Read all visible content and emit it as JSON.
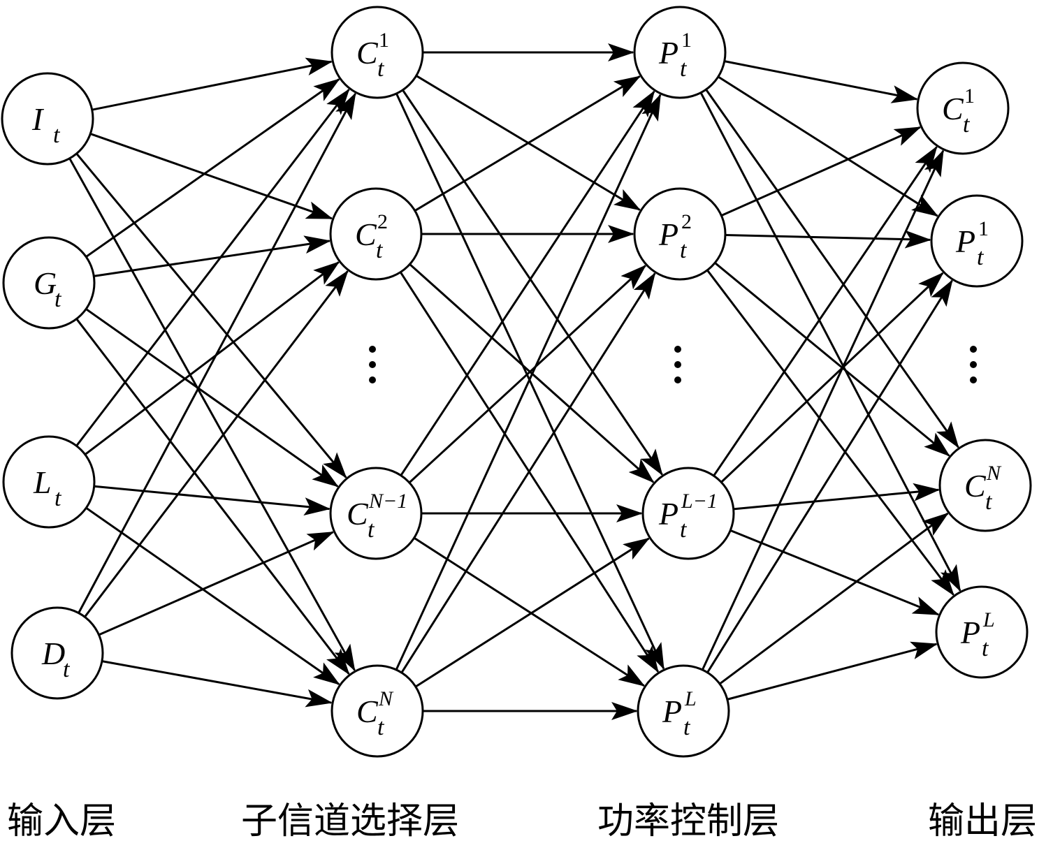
{
  "layers": [
    {
      "id": "input",
      "label": "输入层"
    },
    {
      "id": "subchannel",
      "label": "子信道选择层"
    },
    {
      "id": "power",
      "label": "功率控制层"
    },
    {
      "id": "output",
      "label": "输出层"
    }
  ],
  "nodes": {
    "input": [
      {
        "id": "I",
        "base": "I",
        "sub": "t",
        "sup": ""
      },
      {
        "id": "G",
        "base": "G",
        "sub": "t",
        "sup": ""
      },
      {
        "id": "L",
        "base": "L",
        "sub": "t",
        "sup": ""
      },
      {
        "id": "D",
        "base": "D",
        "sub": "t",
        "sup": ""
      }
    ],
    "subchannel": [
      {
        "id": "C1",
        "base": "C",
        "sub": "t",
        "sup": "1"
      },
      {
        "id": "C2",
        "base": "C",
        "sub": "t",
        "sup": "2"
      },
      {
        "id": "CN1",
        "base": "C",
        "sub": "t",
        "sup": "N−1"
      },
      {
        "id": "CN",
        "base": "C",
        "sub": "t",
        "sup": "N"
      }
    ],
    "power": [
      {
        "id": "P1",
        "base": "P",
        "sub": "t",
        "sup": "1"
      },
      {
        "id": "P2",
        "base": "P",
        "sub": "t",
        "sup": "2"
      },
      {
        "id": "PL1",
        "base": "P",
        "sub": "t",
        "sup": "L−1"
      },
      {
        "id": "PL",
        "base": "P",
        "sub": "t",
        "sup": "L"
      }
    ],
    "output": [
      {
        "id": "OC1",
        "base": "C",
        "sub": "t",
        "sup": "1"
      },
      {
        "id": "OP1",
        "base": "P",
        "sub": "t",
        "sup": "1"
      },
      {
        "id": "OCN",
        "base": "C",
        "sub": "t",
        "sup": "N"
      },
      {
        "id": "OPL",
        "base": "P",
        "sub": "t",
        "sup": "L"
      }
    ]
  },
  "ellipsis": "⋮",
  "connectivity": "fully-connected between adjacent layers",
  "colors": {
    "stroke": "#000000",
    "fill": "#ffffff"
  }
}
